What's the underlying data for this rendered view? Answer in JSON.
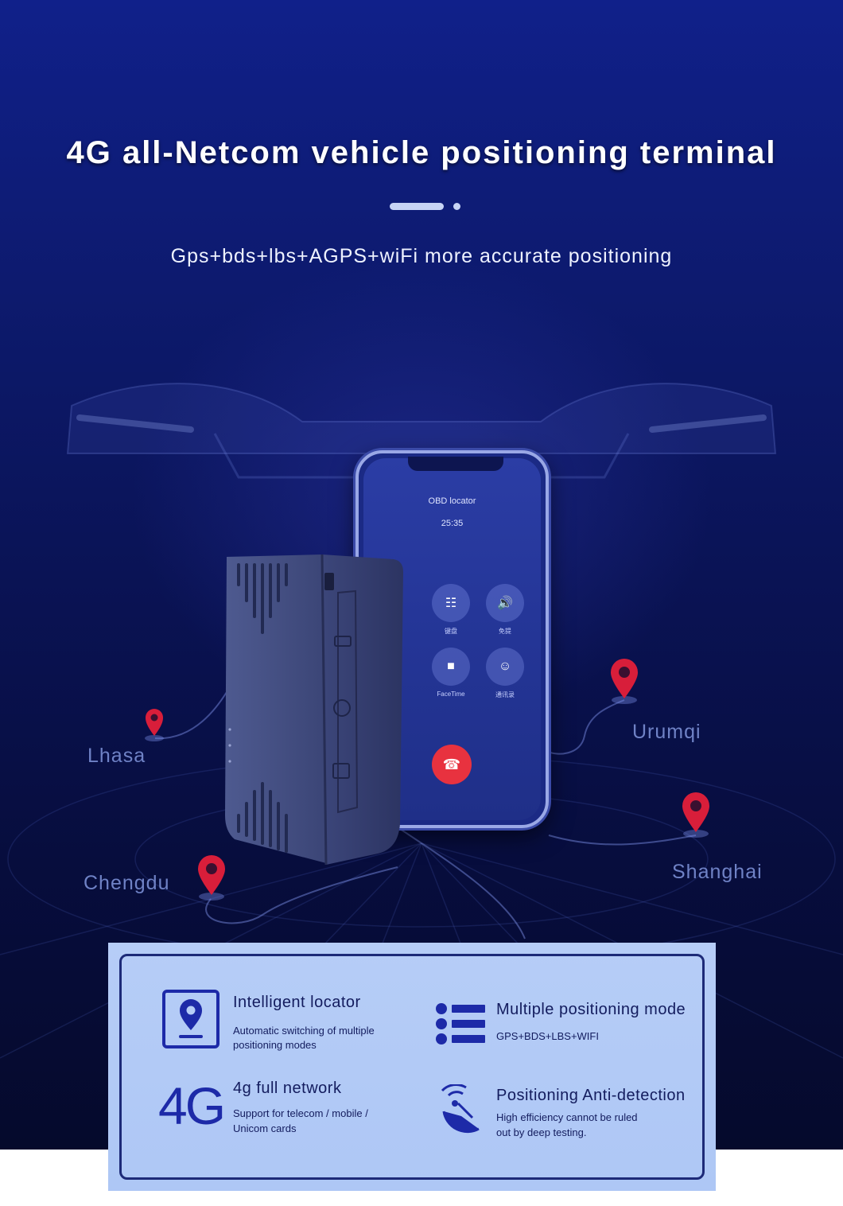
{
  "header": {
    "title": "4G all-Netcom vehicle positioning terminal",
    "subtitle": "Gps+bds+lbs+AGPS+wiFi more accurate positioning"
  },
  "cities": {
    "lhasa": "Lhasa",
    "chengdu": "Chengdu",
    "urumqi": "Urumqi",
    "shanghai": "Shanghai"
  },
  "phone": {
    "call_title": "OBD locator",
    "call_time": "25:35",
    "buttons": [
      {
        "icon": "keypad-icon",
        "label": "键盘"
      },
      {
        "icon": "speaker-icon",
        "label": "免提"
      },
      {
        "icon": "facetime-icon",
        "label": "FaceTime"
      },
      {
        "icon": "contacts-icon",
        "label": "通讯录"
      }
    ]
  },
  "features": {
    "intelligent": {
      "title": "Intelligent locator",
      "desc_line1": "Automatic switching of multiple",
      "desc_line2": "positioning modes"
    },
    "multiple": {
      "title": "Multiple positioning mode",
      "desc": "GPS+BDS+LBS+WIFI"
    },
    "network": {
      "badge": "4G",
      "title": "4g full network",
      "desc_line1": "Support for telecom / mobile /",
      "desc_line2": "Unicom cards"
    },
    "anti": {
      "title": "Positioning Anti-detection",
      "desc_line1": "High efficiency cannot be ruled",
      "desc_line2": "out by deep testing."
    }
  },
  "colors": {
    "background_top": "#10208a",
    "background_bottom": "#050a2c",
    "pin": "#d81e3a",
    "panel": "#b6cdf7",
    "panel_ink": "#131c5e",
    "end_call": "#e8323f"
  }
}
